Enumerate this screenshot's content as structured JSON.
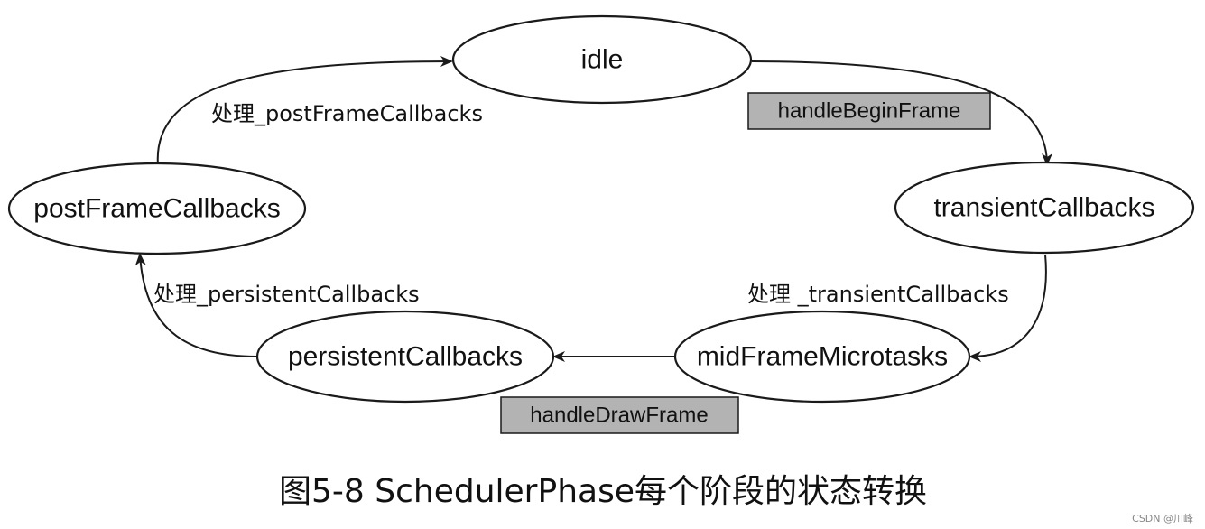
{
  "nodes": {
    "idle": "idle",
    "transient": "transientCallbacks",
    "midframe": "midFrameMicrotasks",
    "persistent": "persistentCallbacks",
    "postframe": "postFrameCallbacks"
  },
  "edge_labels": {
    "post_to_idle": "处理_postFrameCallbacks",
    "transient_to_mid": "处理 _transientCallbacks",
    "persistent_to_post": "处理_persistentCallbacks"
  },
  "tags": {
    "begin_frame": "handleBeginFrame",
    "draw_frame": "handleDrawFrame"
  },
  "caption": "图5-8 SchedulerPhase每个阶段的状态转换",
  "watermark": "CSDN @川峰",
  "colors": {
    "tag_fill": "#b3b3b3",
    "stroke": "#1a1a1a",
    "background": "#ffffff"
  }
}
